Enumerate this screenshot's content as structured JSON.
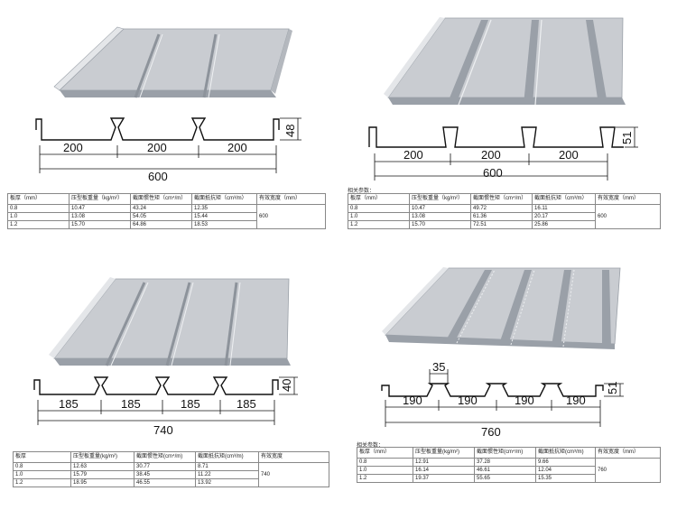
{
  "colors": {
    "steel": "#c9ccd1",
    "steel_dark": "#9aa0a8",
    "steel_light": "#e4e6e9",
    "line": "#111111"
  },
  "panels": [
    {
      "id": "p1",
      "height_label": "48",
      "rib_labels": [
        "200",
        "200",
        "200"
      ],
      "total_label": "600",
      "note": "",
      "headers": [
        "板厚（mm）",
        "压型板重量（kg/m²）",
        "截面惯性矩（cm⁴/m）",
        "截面抵抗矩（cm³/m）",
        "有效宽度（mm）"
      ],
      "rows": [
        [
          "0.8",
          "10.47",
          "43.24",
          "12.35"
        ],
        [
          "1.0",
          "13.08",
          "54.05",
          "15.44"
        ],
        [
          "1.2",
          "15.70",
          "64.86",
          "18.53"
        ]
      ],
      "width_value": "600"
    },
    {
      "id": "p2",
      "height_label": "51",
      "rib_labels": [
        "200",
        "200",
        "200"
      ],
      "total_label": "600",
      "note": "相关参数：",
      "headers": [
        "板厚（mm）",
        "压型板重量（kg/m²）",
        "截面惯性矩（cm⁴/m）",
        "截面抵抗矩（cm³/m）",
        "有效宽度（mm）"
      ],
      "rows": [
        [
          "0.8",
          "10.47",
          "49.72",
          "16.11"
        ],
        [
          "1.0",
          "13.08",
          "61.36",
          "20.17"
        ],
        [
          "1.2",
          "15.70",
          "72.51",
          "25.86"
        ]
      ],
      "width_value": "600"
    },
    {
      "id": "p3",
      "height_label": "40",
      "rib_labels": [
        "185",
        "185",
        "185",
        "185"
      ],
      "total_label": "740",
      "note": "",
      "headers": [
        "板厚",
        "压型板重量(kg/m²)",
        "截面惯性矩(cm⁴/m)",
        "截面抵抗矩(cm³/m)",
        "有效宽度"
      ],
      "rows": [
        [
          "0.8",
          "12.63",
          "30.77",
          "8.71"
        ],
        [
          "1.0",
          "15.79",
          "38.45",
          "11.22"
        ],
        [
          "1.2",
          "18.95",
          "46.55",
          "13.92"
        ]
      ],
      "width_value": "740"
    },
    {
      "id": "p4",
      "height_label": "51",
      "top_label": "35",
      "rib_labels": [
        "190",
        "190",
        "190",
        "190"
      ],
      "total_label": "760",
      "note": "相关参数：",
      "headers": [
        "板厚（mm）",
        "压型板重量(kg/m²)",
        "截面惯性矩(cm⁴/m)",
        "截面抵抗矩(cm³/m)",
        "有效宽度（mm）"
      ],
      "rows": [
        [
          "0.8",
          "12.91",
          "37.28",
          "9.66"
        ],
        [
          "1.0",
          "16.14",
          "46.61",
          "12.04"
        ],
        [
          "1.2",
          "19.37",
          "55.65",
          "15.35"
        ]
      ],
      "width_value": "760"
    }
  ]
}
